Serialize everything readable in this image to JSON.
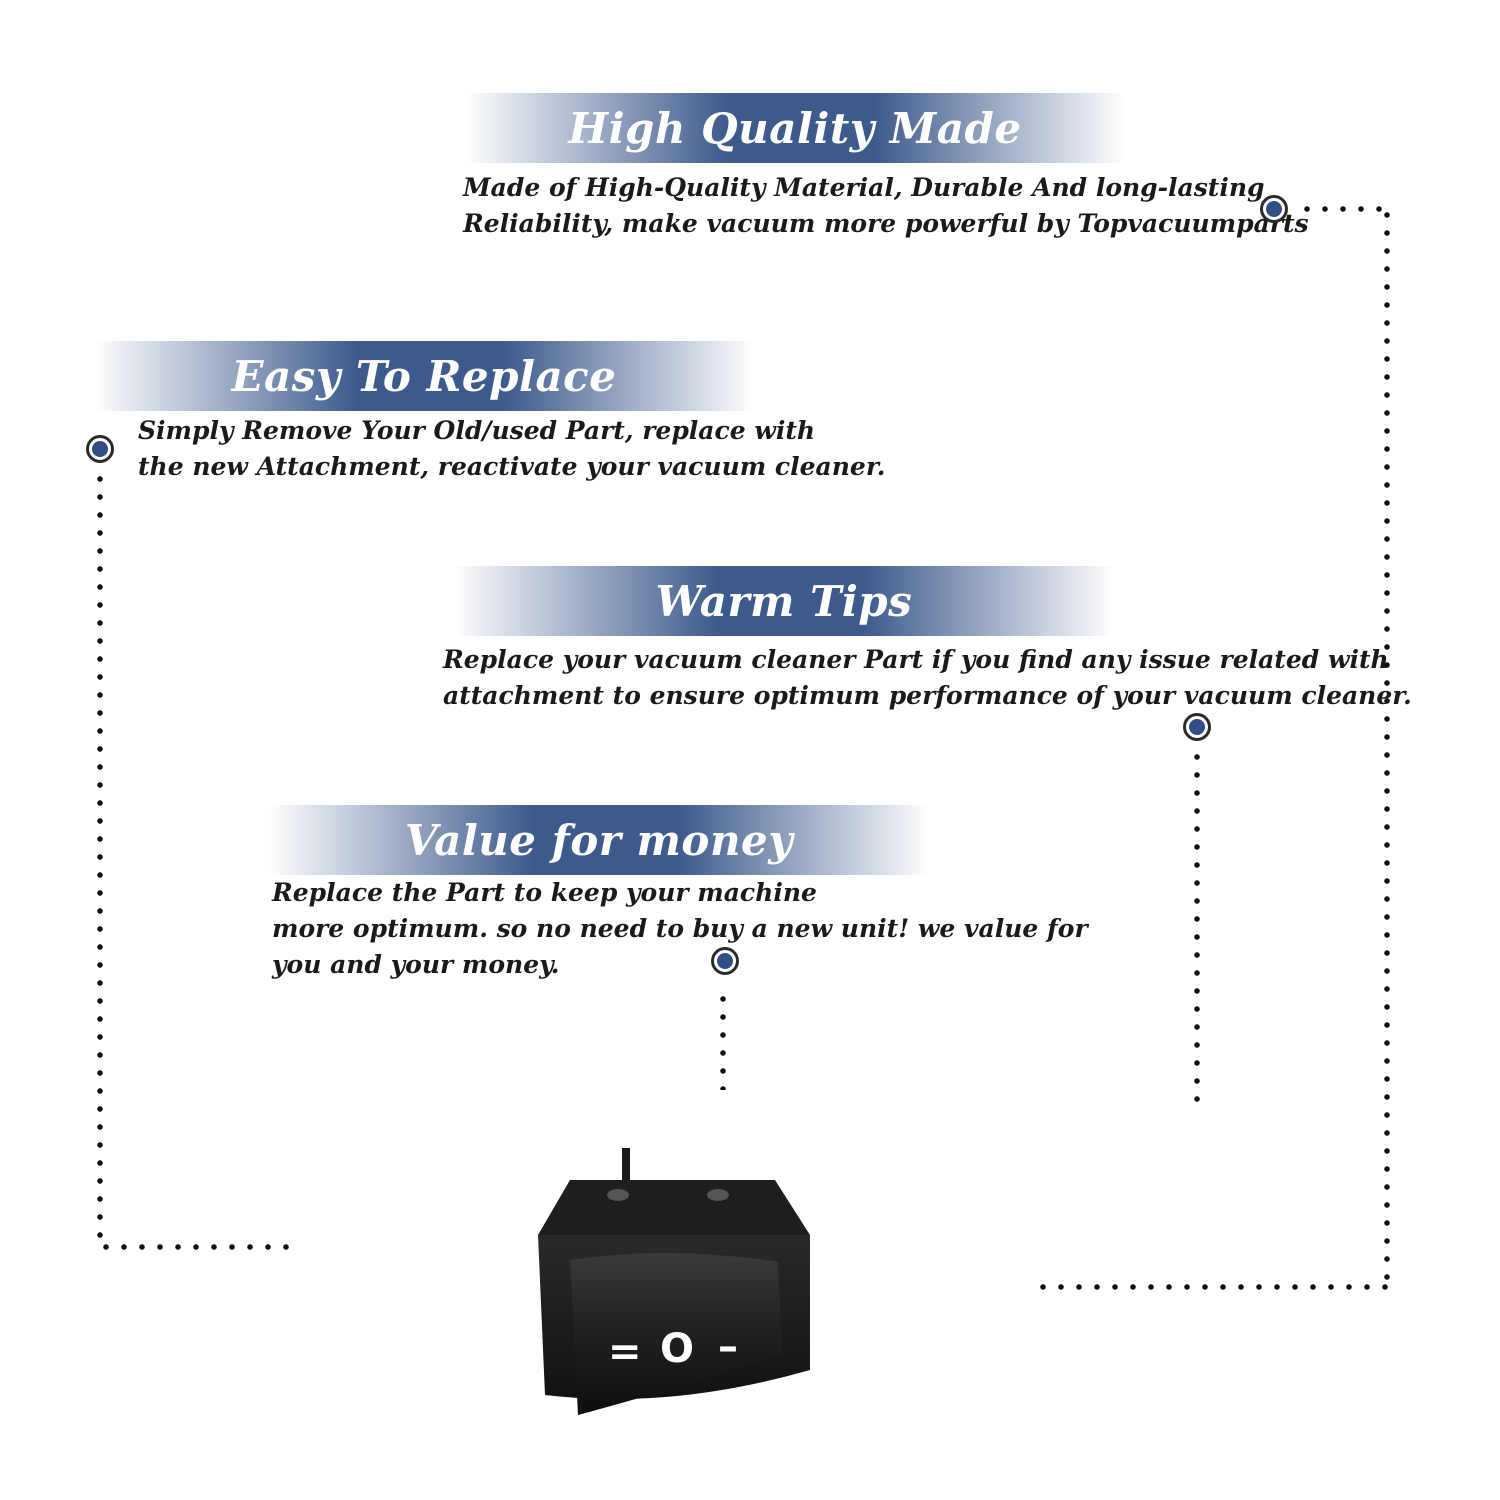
{
  "sections": [
    {
      "title": "High Quality Made",
      "lines": [
        "Made of  High-Quality Material, Durable And long-lasting",
        "Reliability, make vacuum more powerful by Topvacuumparts"
      ]
    },
    {
      "title": "Easy To Replace",
      "lines": [
        "Simply Remove Your Old/used Part, replace with",
        "the new Attachment, reactivate your vacuum cleaner."
      ]
    },
    {
      "title": "Warm Tips",
      "lines": [
        "Replace your vacuum cleaner Part if you find any issue related with",
        " attachment to ensure optimum performance of your vacuum cleaner."
      ]
    },
    {
      "title": "Value for money",
      "lines": [
        "Replace the Part to keep your machine",
        "more optimum. so no need to buy a new unit! we value for",
        "you and your money."
      ]
    }
  ],
  "product": {
    "symbols": [
      "=",
      "O",
      "–"
    ]
  },
  "colors": {
    "banner": "#3d5a8c",
    "marker": "#2f4f86",
    "text": "#1a1a1a"
  }
}
